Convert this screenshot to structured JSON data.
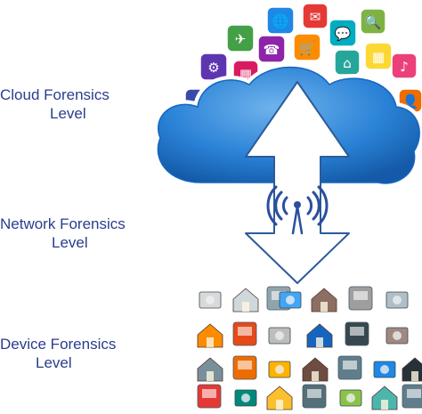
{
  "levels": {
    "cloud": {
      "line1": "Cloud Forensics",
      "line2": "Level"
    },
    "network": {
      "line1": "Network Forensics",
      "line2": "Level"
    },
    "device": {
      "line1": "Device Forensics",
      "line2": "Level"
    }
  },
  "colors": {
    "label_text": "#2a3d8f",
    "cloud_fill": "#1f6fc2",
    "cloud_highlight": "#6fb3ec",
    "arrow_fill": "#ffffff",
    "arrow_stroke": "#2d5b9a",
    "wifi_icon": "#2a4f9e"
  },
  "app_icons": [
    {
      "name": "globe-app-icon",
      "color": "#1e88e5",
      "glyph": "🌐"
    },
    {
      "name": "mail-app-icon",
      "color": "#e53935",
      "glyph": "✉"
    },
    {
      "name": "airplane-app-icon",
      "color": "#43a047",
      "glyph": "✈"
    },
    {
      "name": "phone-app-icon",
      "color": "#8e24aa",
      "glyph": "☎"
    },
    {
      "name": "cart-app-icon",
      "color": "#fb8c00",
      "glyph": "🛒"
    },
    {
      "name": "chat-app-icon",
      "color": "#00acc1",
      "glyph": "💬"
    },
    {
      "name": "search-app-icon",
      "color": "#7cb342",
      "glyph": "🔍"
    },
    {
      "name": "calendar-app-icon",
      "color": "#fdd835",
      "glyph": "▦"
    },
    {
      "name": "music-app-icon",
      "color": "#ec407a",
      "glyph": "♪"
    },
    {
      "name": "settings-app-icon",
      "color": "#5e35b1",
      "glyph": "⚙"
    },
    {
      "name": "camera-app-icon",
      "color": "#3949ab",
      "glyph": "◉"
    },
    {
      "name": "person-app-icon",
      "color": "#ef6c00",
      "glyph": "👤"
    },
    {
      "name": "home-app-icon",
      "color": "#26a69a",
      "glyph": "⌂"
    },
    {
      "name": "calculator-app-icon",
      "color": "#d81b60",
      "glyph": "▦"
    }
  ],
  "device_icons": [
    {
      "name": "washing-machine-icon",
      "color": "#d9d9d9"
    },
    {
      "name": "router-icon",
      "color": "#cfd8dc"
    },
    {
      "name": "speaker-icon",
      "color": "#90a4ae"
    },
    {
      "name": "fridge-icon",
      "color": "#42a5f5"
    },
    {
      "name": "house-icon",
      "color": "#8d6e63"
    },
    {
      "name": "security-camera-icon",
      "color": "#9e9e9e"
    },
    {
      "name": "camera-icon",
      "color": "#b0bec5"
    },
    {
      "name": "drone-icon",
      "color": "#fb8c00"
    },
    {
      "name": "toaster-icon",
      "color": "#e64a19"
    },
    {
      "name": "switch-icon",
      "color": "#bdbdbd"
    },
    {
      "name": "tablet-icon",
      "color": "#1565c0"
    },
    {
      "name": "tv-icon",
      "color": "#37474f"
    },
    {
      "name": "smart-house-icon",
      "color": "#a1887f"
    },
    {
      "name": "microwave-icon",
      "color": "#78909c"
    },
    {
      "name": "robot-icon",
      "color": "#ef6c00"
    },
    {
      "name": "lamp-icon",
      "color": "#ffb300"
    },
    {
      "name": "coffee-machine-icon",
      "color": "#6d4c41"
    },
    {
      "name": "circuit-board-icon",
      "color": "#607d8b"
    },
    {
      "name": "smartphone-icon",
      "color": "#1e88e5"
    },
    {
      "name": "watch-icon",
      "color": "#263238"
    },
    {
      "name": "lock-icon",
      "color": "#e53935"
    },
    {
      "name": "thermostat-icon",
      "color": "#00897b"
    },
    {
      "name": "bulb-icon",
      "color": "#fbc02d"
    },
    {
      "name": "laptop-icon",
      "color": "#546e7a"
    },
    {
      "name": "sensor-icon",
      "color": "#8bc34a"
    },
    {
      "name": "meter-icon",
      "color": "#4db6ac"
    },
    {
      "name": "stick-icon",
      "color": "#607d8b"
    },
    {
      "name": "remote-icon",
      "color": "#455a64"
    },
    {
      "name": "mouse-icon",
      "color": "#9e9e9e"
    }
  ]
}
